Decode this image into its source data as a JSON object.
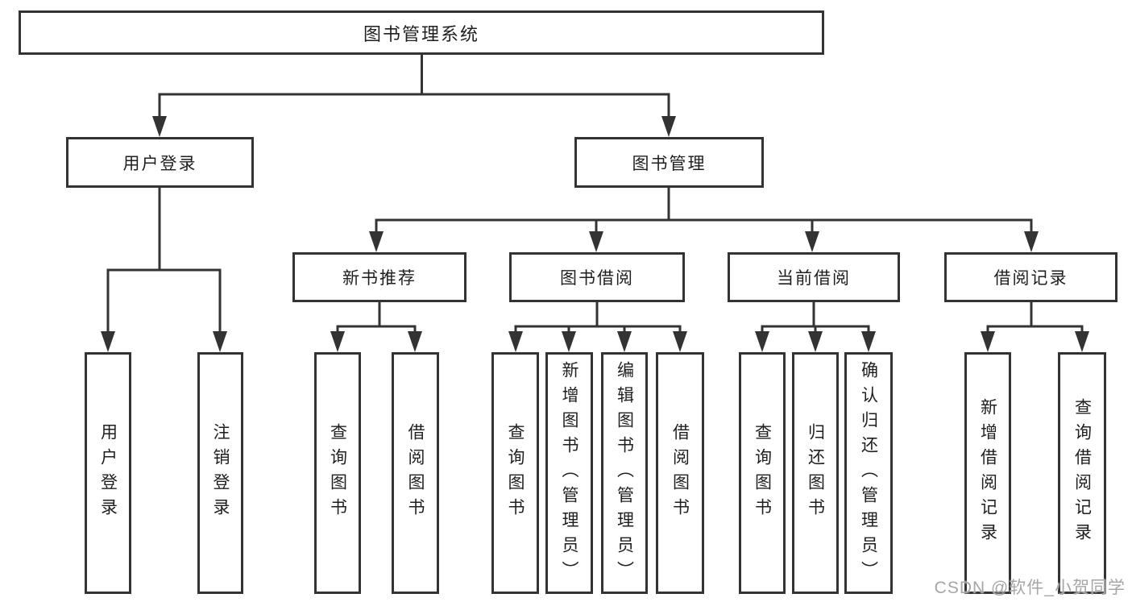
{
  "tree": {
    "label": "图书管理系统",
    "children": [
      {
        "label": "用户登录",
        "children": [
          {
            "label": "用户登录"
          },
          {
            "label": "注销登录"
          }
        ]
      },
      {
        "label": "图书管理",
        "children": [
          {
            "label": "新书推荐",
            "children": [
              {
                "label": "查询图书"
              },
              {
                "label": "借阅图书"
              }
            ]
          },
          {
            "label": "图书借阅",
            "children": [
              {
                "label": "查询图书"
              },
              {
                "label": "新增图书（管理员）"
              },
              {
                "label": "编辑图书（管理员）"
              },
              {
                "label": "借阅图书"
              }
            ]
          },
          {
            "label": "当前借阅",
            "children": [
              {
                "label": "查询图书"
              },
              {
                "label": "归还图书"
              },
              {
                "label": "确认归还（管理员）"
              }
            ]
          },
          {
            "label": "借阅记录",
            "children": [
              {
                "label": "新增借阅记录"
              },
              {
                "label": "查询借阅记录"
              }
            ]
          }
        ]
      }
    ]
  },
  "watermark": {
    "text": "CSDN @软件_小贺同学"
  },
  "colors": {
    "line": "#333333",
    "text": "#1f1f1f",
    "box_bg": "#ffffff",
    "background": "#ffffff",
    "watermark": "#a6a6a6"
  }
}
